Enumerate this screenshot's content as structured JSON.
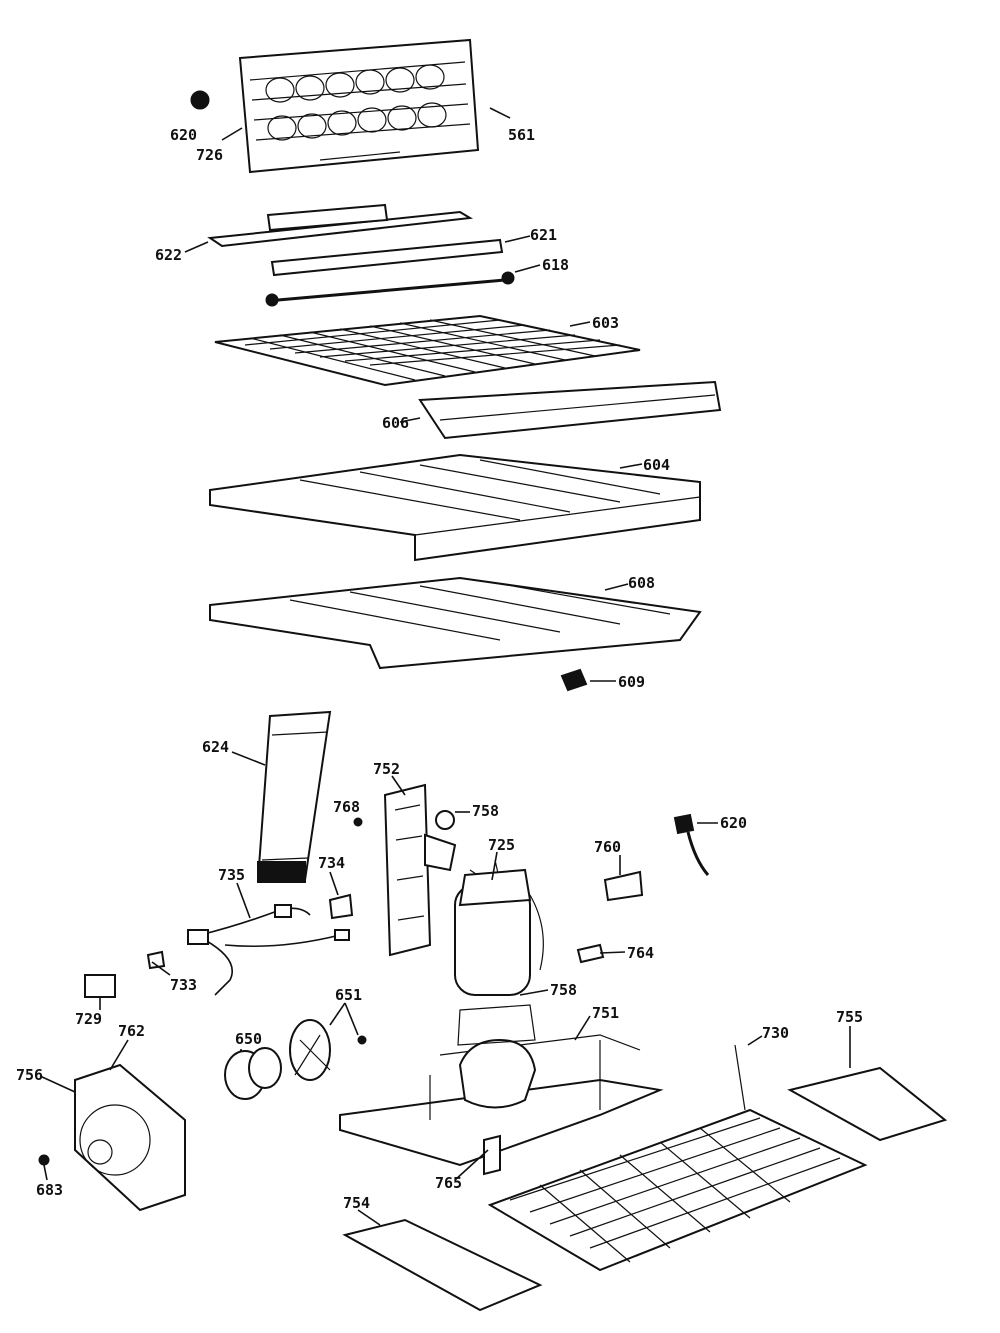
{
  "callouts": {
    "c620a": "620",
    "c726": "726",
    "c561": "561",
    "c622": "622",
    "c621": "621",
    "c618": "618",
    "c603": "603",
    "c606": "606",
    "c604": "604",
    "c608": "608",
    "c609": "609",
    "c624": "624",
    "c752": "752",
    "c768": "768",
    "c758": "758",
    "c725": "725",
    "c760": "760",
    "c620b": "620",
    "c735": "735",
    "c734": "734",
    "c764": "764",
    "c733": "733",
    "c729": "729",
    "c762": "762",
    "c651": "651",
    "c650": "650",
    "c756": "756",
    "c751": "751",
    "c730": "730",
    "c755": "755",
    "c683": "683",
    "c754": "754",
    "c765": "765",
    "c757": "758"
  }
}
